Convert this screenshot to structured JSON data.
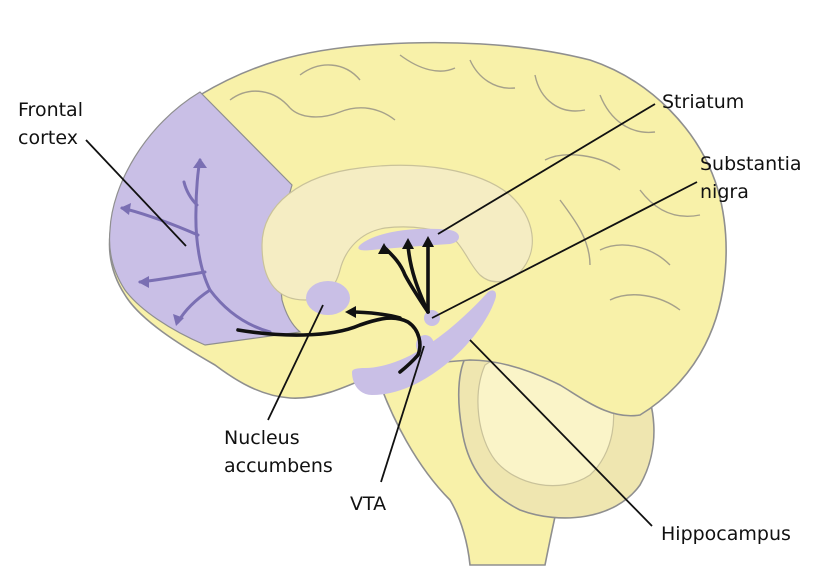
{
  "labels": {
    "frontal_cortex": [
      "Frontal",
      "cortex"
    ],
    "striatum": "Striatum",
    "substantia_nigra": [
      "Substantia",
      "nigra"
    ],
    "nucleus_accumbens": [
      "Nucleus",
      "accumbens"
    ],
    "vta": "VTA",
    "hippocampus": "Hippocampus"
  },
  "colors": {
    "brain_fill": "#f8f1a9",
    "inner_fill": "#f5edc3",
    "brainstem_fill": "#f8f1a9",
    "cerebellum_fill": "#efe6b0",
    "dopamine_region": "#c9bfe6",
    "cortex_pathway": "#7a6fb3",
    "pathway": "#111111",
    "leader_line": "#111111"
  }
}
